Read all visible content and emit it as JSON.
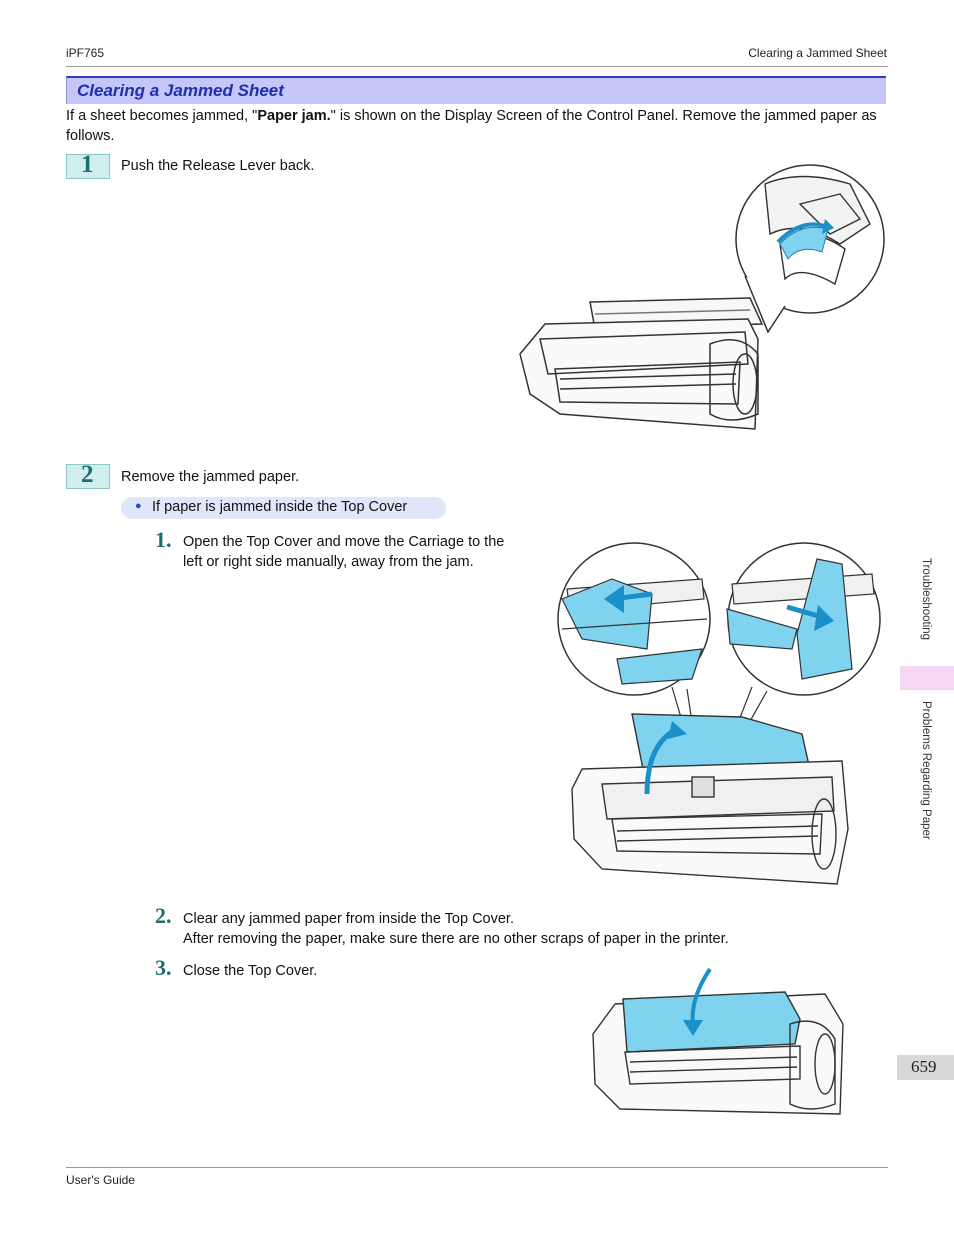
{
  "header": {
    "model": "iPF765",
    "section": "Clearing a Jammed Sheet"
  },
  "title": "Clearing a Jammed Sheet",
  "intro": {
    "part1": "If a sheet becomes jammed, \"",
    "bold": "Paper jam.",
    "part2": "\" is shown on the Display Screen of the Control Panel. Remove the jammed paper as follows."
  },
  "steps": [
    {
      "num": "1",
      "text": "Push the Release Lever back."
    },
    {
      "num": "2",
      "text": "Remove the jammed paper."
    }
  ],
  "bullet": {
    "text": "If paper is jammed inside the Top Cover"
  },
  "substeps": [
    {
      "num": "1.",
      "line1": "Open the Top Cover and move the Carriage to the",
      "line2": "left or right side manually, away from the jam."
    },
    {
      "num": "2.",
      "line1": "Clear any jammed paper from inside the Top Cover.",
      "line2": "After removing the paper, make sure there are no other scraps of paper in the printer."
    },
    {
      "num": "3.",
      "line1": "Close the Top Cover."
    }
  ],
  "side": {
    "chapter": "Troubleshooting",
    "section": "Problems Regarding Paper"
  },
  "page_number": "659",
  "footer": {
    "guide": "User's Guide"
  },
  "colors": {
    "accent": "#1e2fb0",
    "highlight": "#7fd3ee",
    "step_box": "#cfeeed"
  }
}
